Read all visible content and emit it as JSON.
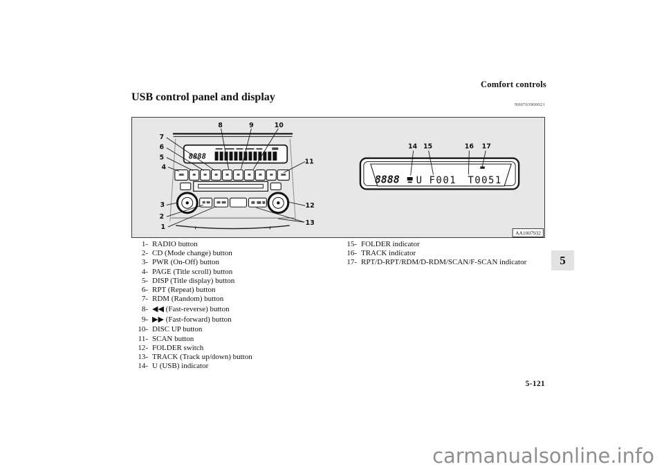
{
  "page": {
    "header": "Comfort controls",
    "title": "USB control panel and display",
    "section_code": "N00763900021",
    "page_number": "5-121",
    "chapter_tab": "5",
    "watermark": "carmanualsonline.info"
  },
  "figure": {
    "figure_id": "AA1007932",
    "radio_display_value": "8888",
    "usb_display": {
      "left_value": "8888",
      "usb_indicator": "U",
      "folder_indicator": "F001",
      "track_indicator": "T0051"
    },
    "callouts": {
      "c1": "1",
      "c2": "2",
      "c3": "3",
      "c4": "4",
      "c5": "5",
      "c6": "6",
      "c7": "7",
      "c8": "8",
      "c9": "9",
      "c10": "10",
      "c11": "11",
      "c12": "12",
      "c13": "13",
      "c14": "14",
      "c15": "15",
      "c16": "16",
      "c17": "17"
    }
  },
  "legend": {
    "left": [
      {
        "num": "1-",
        "label": "RADIO button"
      },
      {
        "num": "2-",
        "label": "CD (Mode change) button"
      },
      {
        "num": "3-",
        "label": "PWR (On-Off) button"
      },
      {
        "num": "4-",
        "label": "PAGE (Title scroll) button"
      },
      {
        "num": "5-",
        "label": "DISP (Title display) button"
      },
      {
        "num": "6-",
        "label": "RPT (Repeat) button"
      },
      {
        "num": "7-",
        "label": "RDM (Random) button"
      },
      {
        "num": "8-",
        "label": "◀◀ (Fast-reverse) button"
      },
      {
        "num": "9-",
        "label": "▶▶ (Fast-forward) button"
      },
      {
        "num": "10-",
        "label": "DISC UP button"
      },
      {
        "num": "11-",
        "label": "SCAN button"
      },
      {
        "num": "12-",
        "label": "FOLDER switch"
      },
      {
        "num": "13-",
        "label": "TRACK (Track up/down) button"
      },
      {
        "num": "14-",
        "label": "U (USB) indicator"
      }
    ],
    "right": [
      {
        "num": "15-",
        "label": "FOLDER indicator"
      },
      {
        "num": "16-",
        "label": "TRACK indicator"
      },
      {
        "num": "17-",
        "label": "RPT/D-RPT/RDM/D-RDM/SCAN/F-SCAN indicator"
      }
    ]
  }
}
